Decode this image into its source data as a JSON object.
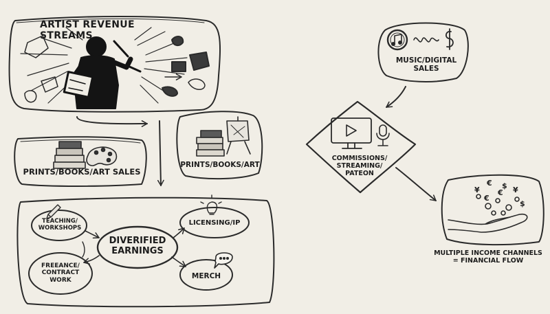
{
  "title": "ARTIST REVENUE STREAMS",
  "nodes": {
    "prints_sales": "PRINTS/BOOKS/ART SALES",
    "prints_art": "PRINTS/BOOKS/ART",
    "music": "MUSIC/DIGITAL\nSALES",
    "commissions": "COMMISSIONS/\nSTREAMING/\nPATEON",
    "teaching": "TEACHING/\nWORKSHOPS",
    "center": "DIVERIFIED\nEARNINGS",
    "licensing": "LICENSING/IP",
    "freelance": "FREEANCE/\nCONTRACT\nWORK",
    "merch": "MERCH",
    "result": "MULTIPLE INCOME CHANNELS\n= FINANCIAL FLOW"
  },
  "icons": {
    "artist": "artist-silhouette-icon",
    "books_palette": "books-palette-icon",
    "books_easel": "books-easel-icon",
    "music": "music-note-icon",
    "monitor": "play-monitor-icon",
    "mic": "microphone-icon",
    "pencil": "pencil-icon",
    "bulb": "lightbulb-icon",
    "bubble": "speech-bubble-icon",
    "hand": "hand-money-icon"
  }
}
